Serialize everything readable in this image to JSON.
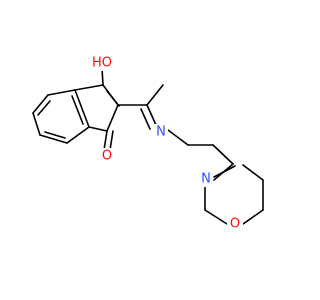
{
  "molecule": {
    "atoms": {
      "hydroxyl_o": {
        "label": "HO",
        "color": "#ff0d0d"
      },
      "carbonyl_o": {
        "label": "O",
        "color": "#ff0d0d"
      },
      "imine_n": {
        "label": "N",
        "color": "#3050f8"
      },
      "amine_n": {
        "label": "N",
        "color": "#3050f8"
      },
      "ring_o": {
        "label": "O",
        "color": "#ff0d0d"
      }
    },
    "bond_color": "#000000",
    "background": "#ffffff"
  }
}
